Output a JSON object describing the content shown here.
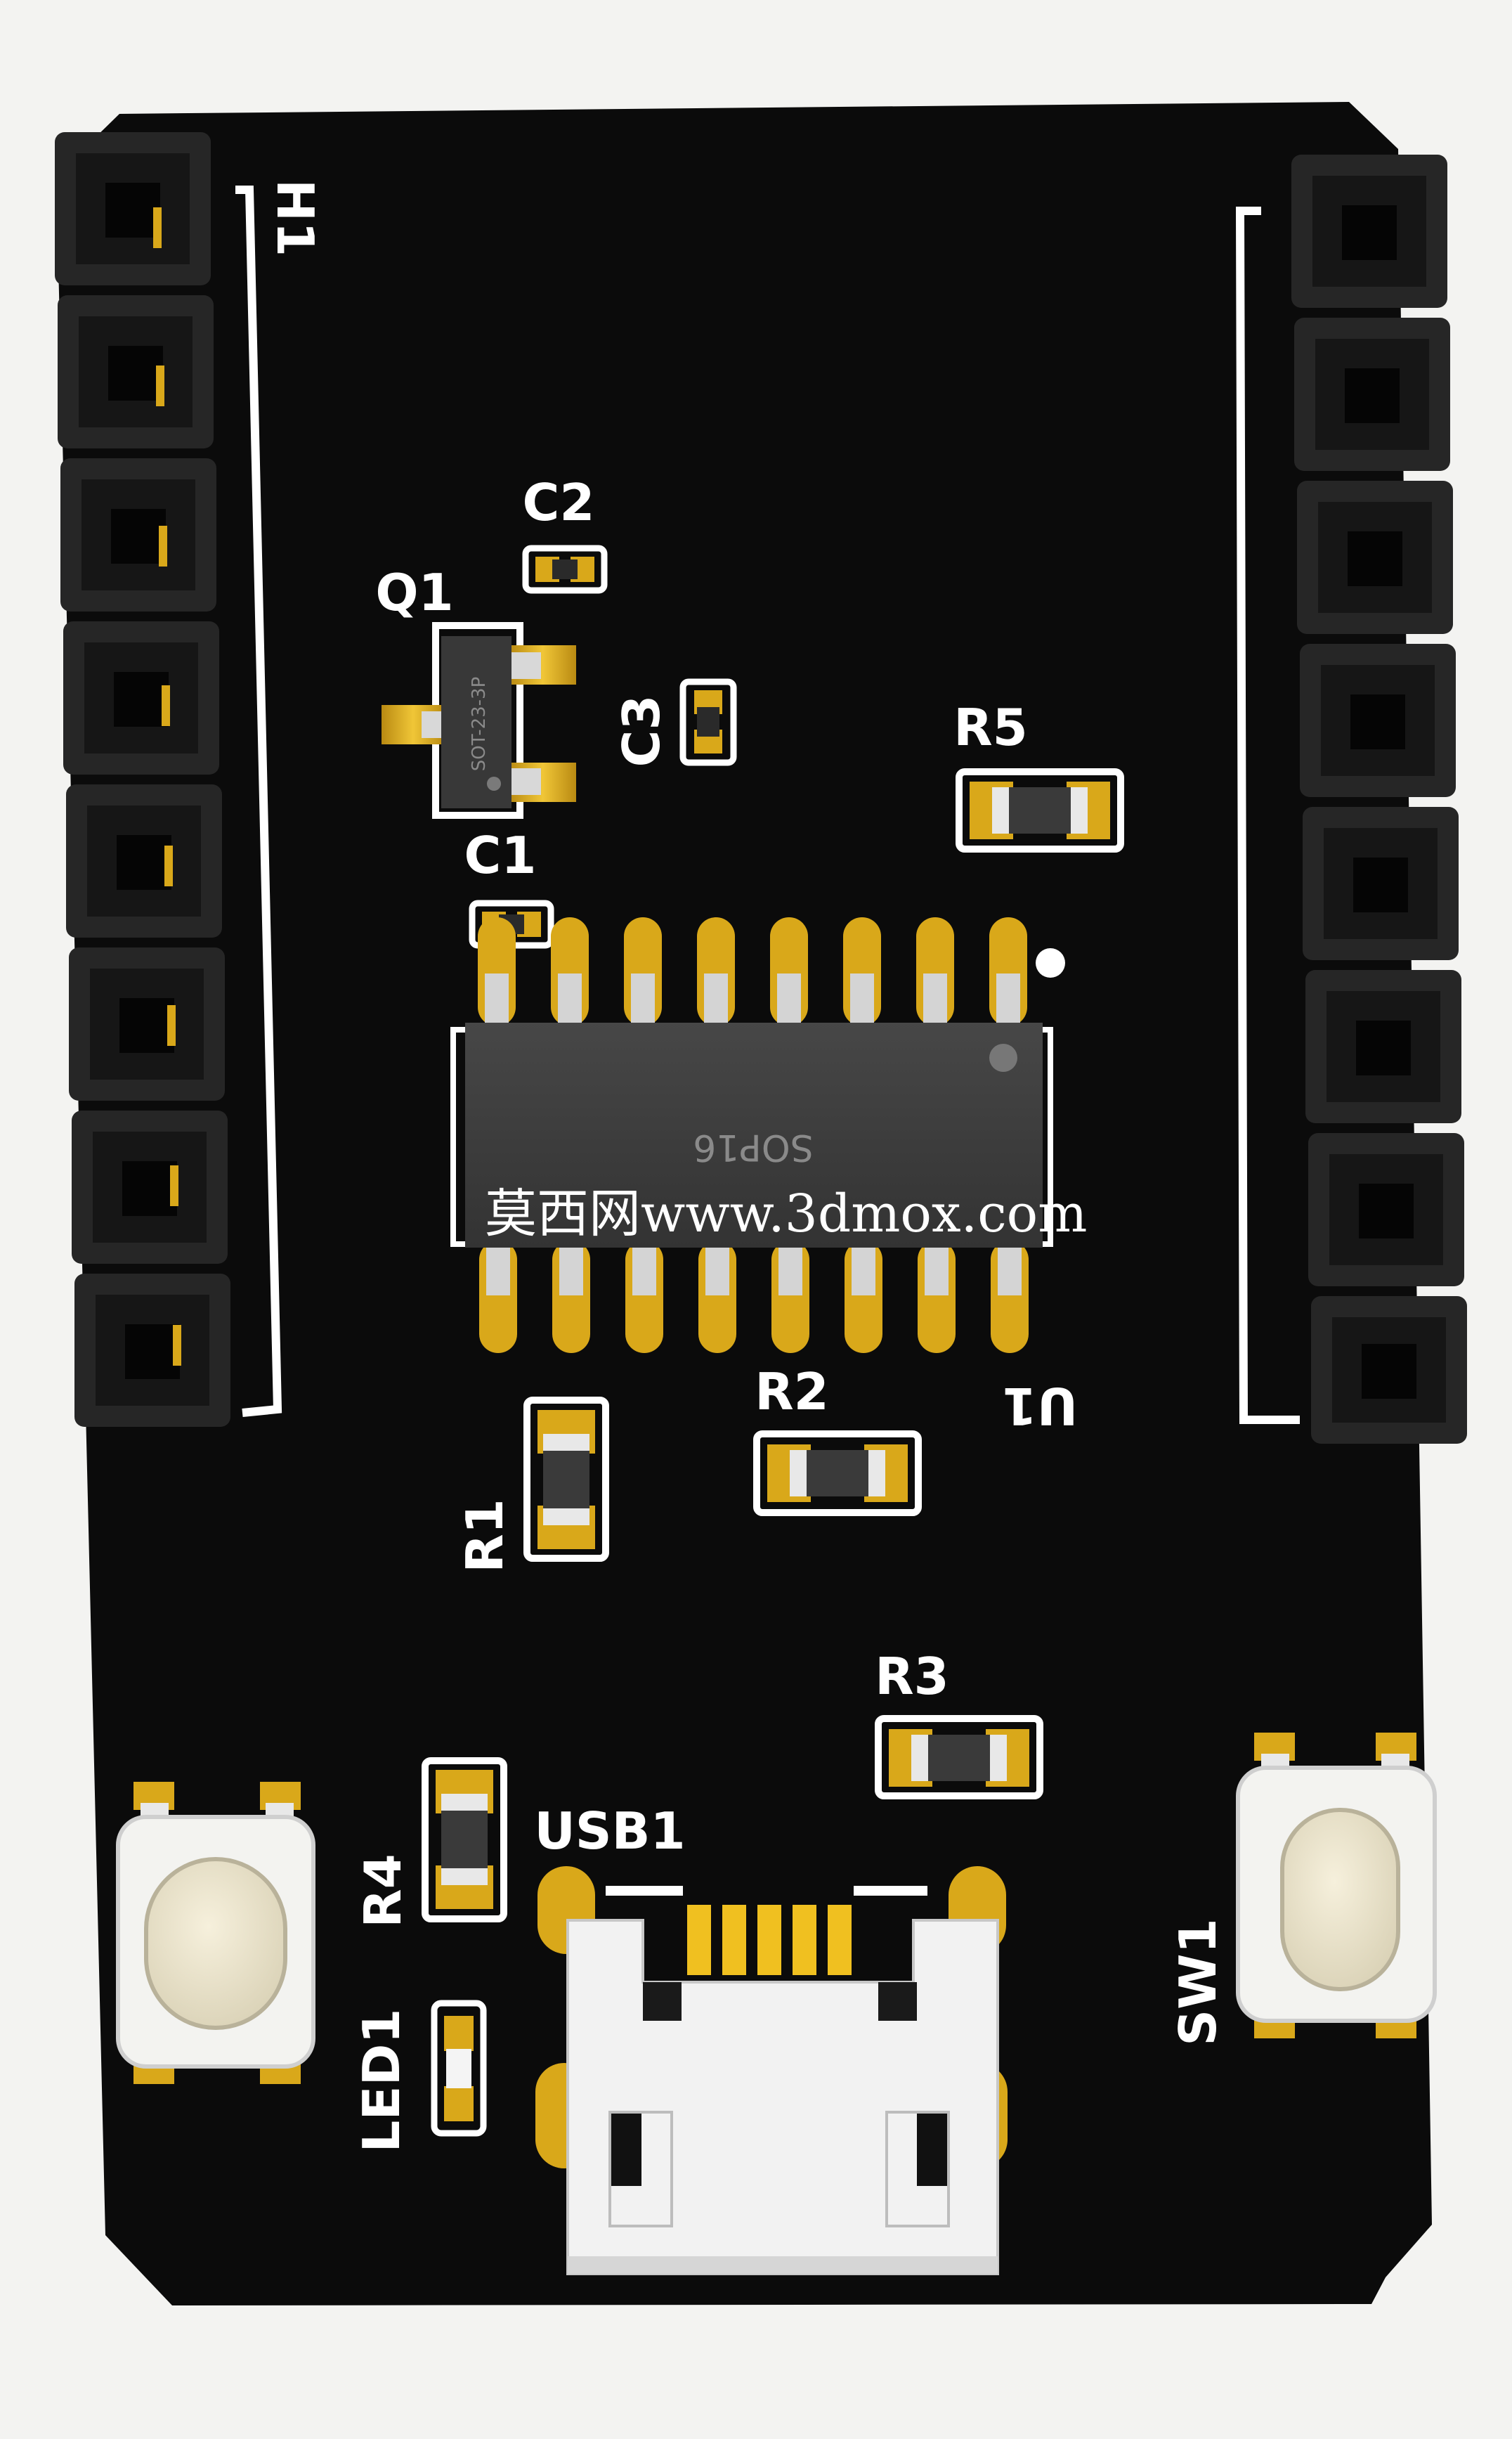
{
  "scene": {
    "subject": "pcb-board-render",
    "colors": {
      "background": "#f3f3f1",
      "board": "#0b0b0b",
      "silkscreen": "#ffffff",
      "gold": "#d9a81a",
      "header_plastic": "#262626",
      "ic_body": "#3a3a3a",
      "usb_metal": "#f2f2f2",
      "button_cap": "#ece6cf"
    }
  },
  "labels": {
    "h1": "H1",
    "c2": "C2",
    "q1": "Q1",
    "c3": "C3",
    "r5": "R5",
    "c1": "C1",
    "u1": "U1",
    "r2": "R2",
    "r1": "R1",
    "r3": "R3",
    "r4": "R4",
    "usb1": "USB1",
    "led1": "LED1",
    "sw1": "SW1"
  },
  "component_marks": {
    "q1_package": "SOT-23-3P",
    "u1_package": "SOP16"
  },
  "watermark": {
    "text": "莫西网www.3dmox.com"
  }
}
